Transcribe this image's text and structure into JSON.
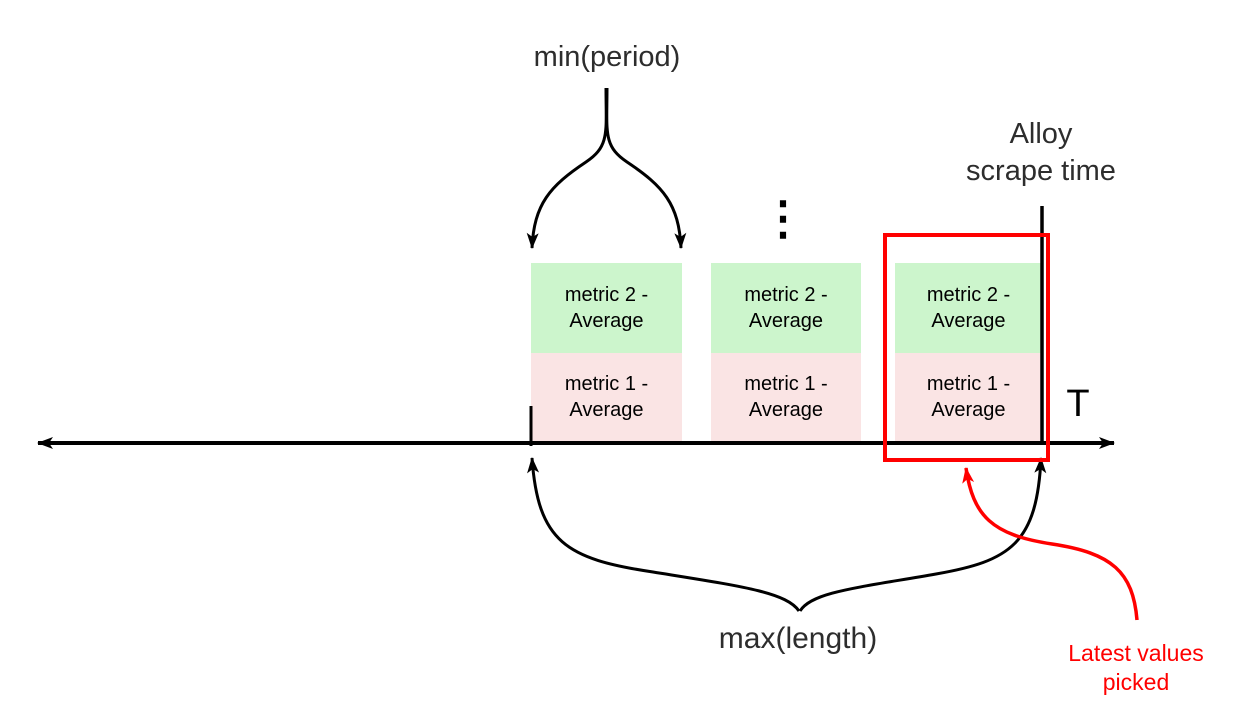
{
  "labels": {
    "min_period": "min(period)",
    "alloy_scrape_time": {
      "line1": "Alloy",
      "line2": "scrape time"
    },
    "time_axis": "T",
    "max_length": "max(length)",
    "latest_values": {
      "line1": "Latest values",
      "line2": "picked"
    },
    "ellipsis": "⋮"
  },
  "metric_groups": [
    {
      "top": {
        "line1": "metric 2 -",
        "line2": "Average"
      },
      "bottom": {
        "line1": "metric 1 -",
        "line2": "Average"
      }
    },
    {
      "top": {
        "line1": "metric 2 -",
        "line2": "Average"
      },
      "bottom": {
        "line1": "metric 1 -",
        "line2": "Average"
      }
    },
    {
      "top": {
        "line1": "metric 2 -",
        "line2": "Average"
      },
      "bottom": {
        "line1": "metric 1 -",
        "line2": "Average"
      }
    }
  ],
  "colors": {
    "metric2_fill": "#ccf5cc",
    "metric1_fill": "#fae4e4",
    "highlight": "#ff0000",
    "line": "#000000",
    "label_text": "#2d2d2d"
  }
}
